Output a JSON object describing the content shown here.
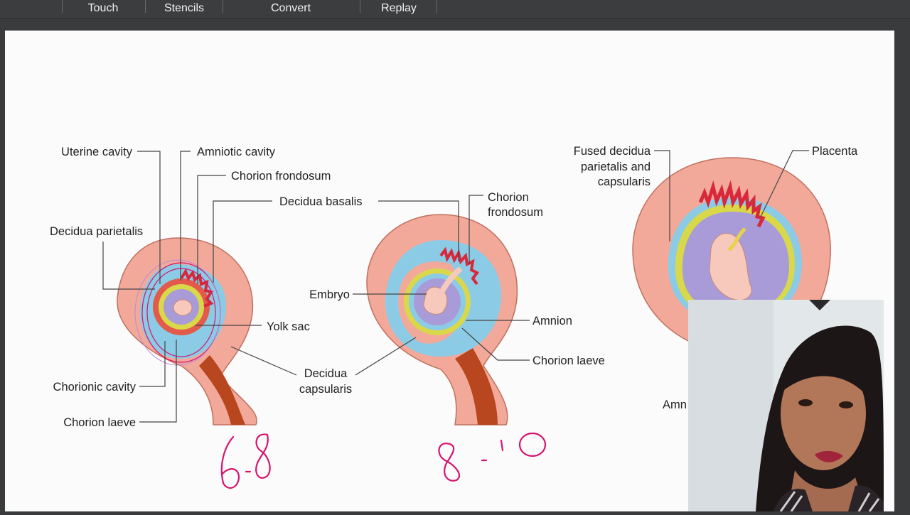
{
  "toolbar": {
    "items": [
      "Touch",
      "Stencils",
      "Convert",
      "Replay"
    ]
  },
  "diagram": {
    "labels": {
      "uterine_cavity": "Uterine cavity",
      "amniotic_cavity": "Amniotic cavity",
      "chorion_frondosum_1": "Chorion frondosum",
      "decidua_basalis": "Decidua basalis",
      "decidua_parietalis": "Decidua parietalis",
      "yolk_sac": "Yolk sac",
      "chorionic_cavity": "Chorionic cavity",
      "chorion_laeve_1": "Chorion laeve",
      "decidua_capsularis_l1": "Decidua",
      "decidua_capsularis_l2": "capsularis",
      "embryo": "Embryo",
      "chorion_frondosum_2_l1": "Chorion",
      "chorion_frondosum_2_l2": "frondosum",
      "amnion": "Amnion",
      "chorion_laeve_2": "Chorion laeve",
      "fused_l1": "Fused decidua",
      "fused_l2": "parietalis and",
      "fused_l3": "capsularis",
      "placenta": "Placenta",
      "amnion_partial": "Amn"
    },
    "handwriting": {
      "left": "6-8",
      "middle": "8-10"
    }
  },
  "colors": {
    "toolbar_bg": "#3c3d3f",
    "canvas_bg": "#fbfbfb",
    "uterus_wall": "#f2a99a",
    "cavity_blue": "#8ccbe6",
    "amnion_purple": "#a99bd8",
    "chorion_yellow": "#d8d84a",
    "villi_red": "#d8283c",
    "annotation_ink": "#d4146e"
  }
}
